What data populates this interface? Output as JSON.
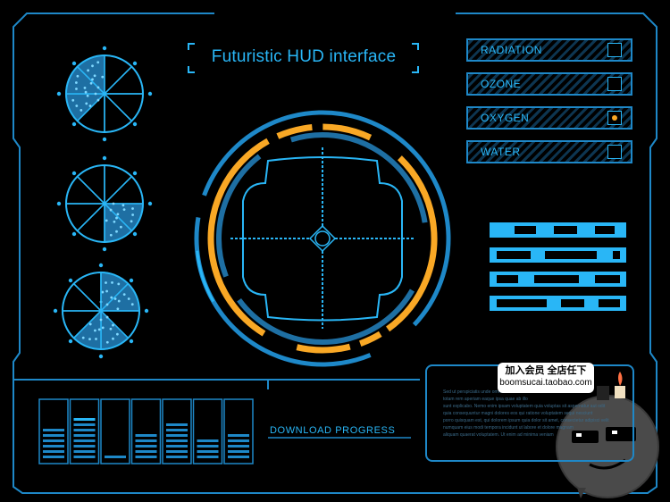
{
  "title": "Futuristic HUD interface",
  "status_panel": [
    {
      "label": "RADIATION",
      "active": false
    },
    {
      "label": "OZONE",
      "active": false
    },
    {
      "label": "OXYGEN",
      "active": true
    },
    {
      "label": "WATER",
      "active": false
    }
  ],
  "download": {
    "label": "DOWNLOAD PROGRESS"
  },
  "text_panel": {
    "lines": [
      "Sed ut perspiciatis unde omnis iste natus error sit",
      "totam rem aperiam eaque ipsa quae ab illo",
      "sunt explicabo. Nemo enim ipsam voluptatem quia voluptas sit aspernatur aut odit",
      "quia consequuntur magni dolores eos qui ratione voluptatem sequi nesciunt",
      "porro quisquam est, qui dolorem ipsum quia dolor sit amet, consectetur adipisci velit",
      "numquam eius modi tempora incidunt ut labore et dolore magnam",
      "aliquam quaerat voluptatem. Ut enim ad minima veniam"
    ]
  },
  "watermark": {
    "line1": "加入会员 全店任下",
    "line2": "boomsucai.taobao.com"
  },
  "colors": {
    "cyan": "#29b6f6",
    "dark_blue": "#1e6fa3",
    "orange": "#f9a825",
    "background": "#000000"
  },
  "icons": [
    "pie-gauge-icon",
    "crosshair-reticle-icon",
    "mascot-bomb-icon"
  ]
}
